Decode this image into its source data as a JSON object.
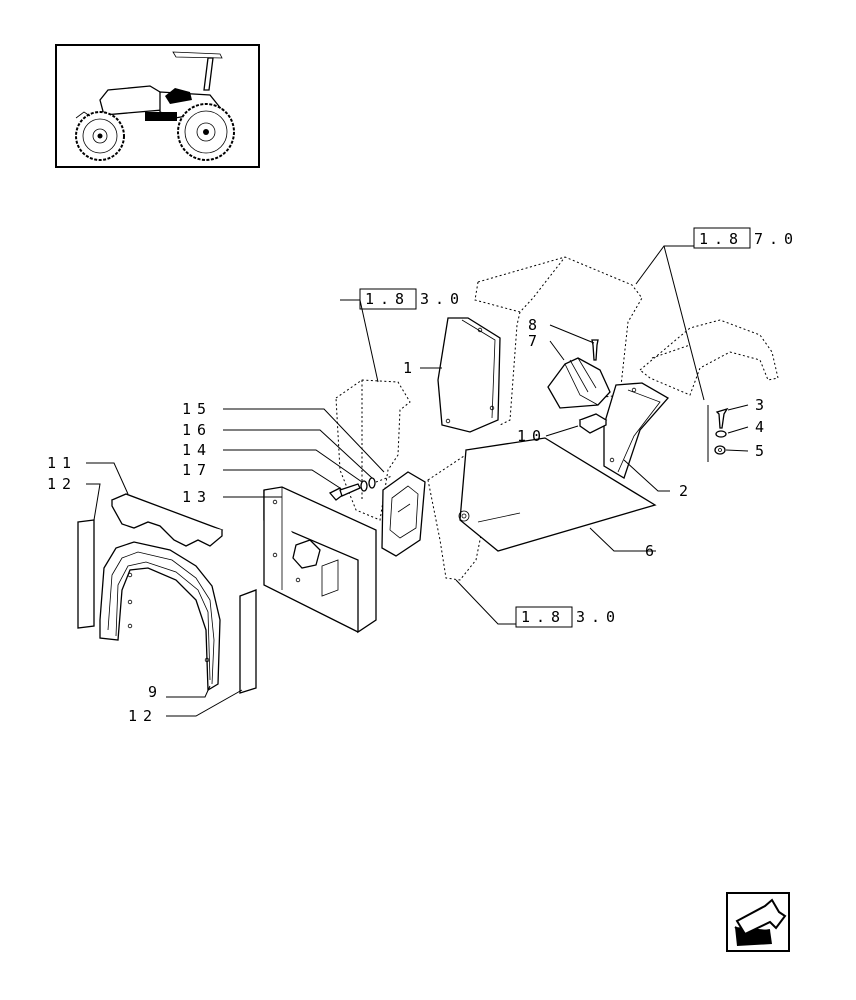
{
  "thumbnail": {
    "icon": "tractor-side-view-icon"
  },
  "callouts": [
    {
      "id": "c1",
      "label": "1"
    },
    {
      "id": "c2",
      "label": "2"
    },
    {
      "id": "c3",
      "label": "3"
    },
    {
      "id": "c4",
      "label": "4"
    },
    {
      "id": "c5",
      "label": "5"
    },
    {
      "id": "c6",
      "label": "6"
    },
    {
      "id": "c7",
      "label": "7"
    },
    {
      "id": "c8",
      "label": "8"
    },
    {
      "id": "c9",
      "label": "9"
    },
    {
      "id": "c10",
      "label": "10"
    },
    {
      "id": "c11",
      "label": "11"
    },
    {
      "id": "c12a",
      "label": "12"
    },
    {
      "id": "c12b",
      "label": "12"
    },
    {
      "id": "c13",
      "label": "13"
    },
    {
      "id": "c14",
      "label": "14"
    },
    {
      "id": "c15",
      "label": "15"
    },
    {
      "id": "c16",
      "label": "16"
    },
    {
      "id": "c17",
      "label": "17"
    }
  ],
  "references": [
    {
      "id": "ref-187",
      "boxed": "1.8",
      "rest": "7.0"
    },
    {
      "id": "ref-183-a",
      "boxed": "1.8",
      "rest": "3.0"
    },
    {
      "id": "ref-183-b",
      "boxed": "1.8",
      "rest": "3.0"
    }
  ],
  "nav": {
    "icon": "previous-page-arrow-icon"
  }
}
